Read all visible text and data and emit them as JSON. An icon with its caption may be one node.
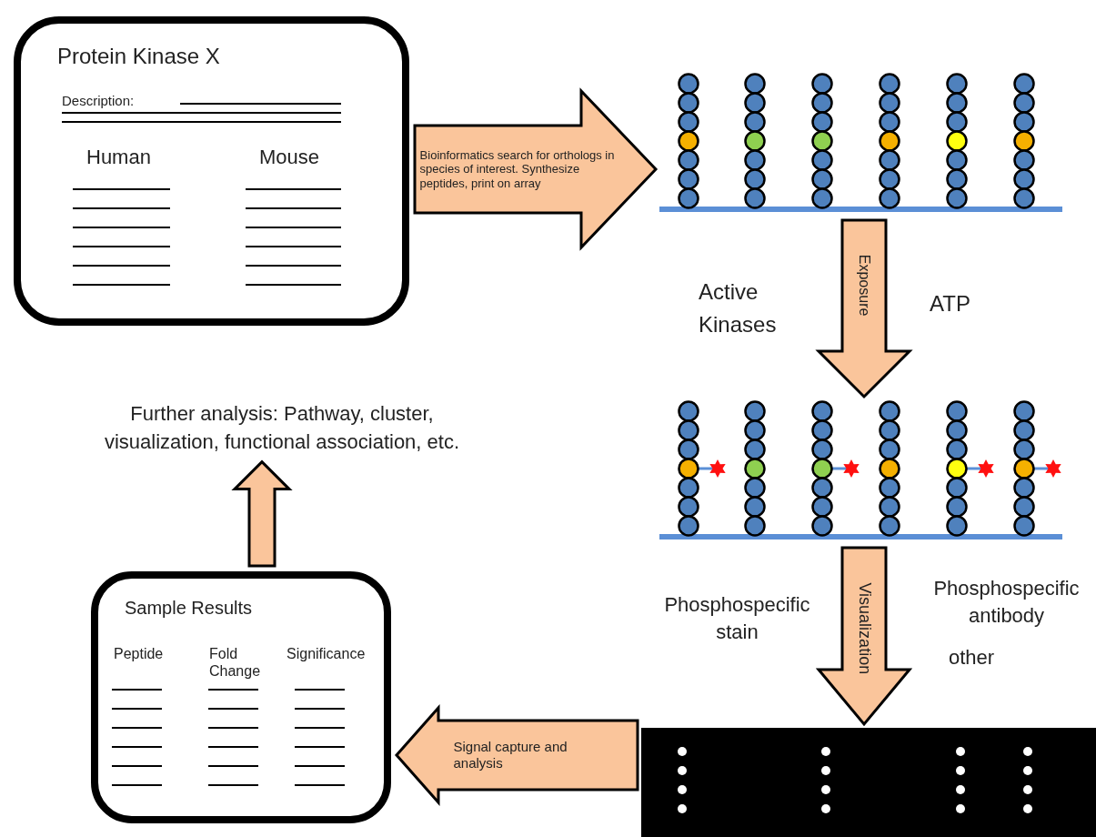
{
  "diagram": {
    "nodes": [
      {
        "text": [
          "Protein Kinase X",
          "Description:",
          "Human",
          "Mouse"
        ]
      },
      {
        "text": [],
        "shape": "picture"
      },
      {
        "text": [],
        "shape": "picture"
      },
      {
        "text": [],
        "shape": "box"
      },
      {
        "text": [
          "Sample Results",
          "Peptide",
          "Fold Change",
          "Significance"
        ]
      },
      {
        "text": [
          "Further analysis: Pathway, cluster, visualization, functional association, etc."
        ]
      }
    ],
    "edges": [
      {
        "from": 0,
        "to": 1,
        "arrow": "to",
        "label": "Bioinformatics search for orthologs in species of interest. Synthesize peptides, print on array"
      },
      {
        "from": 1,
        "to": 2,
        "arrow": "to",
        "label": "Exposure"
      },
      {
        "from": 2,
        "to": 3,
        "arrow": "to",
        "label": "Visualization"
      },
      {
        "from": 3,
        "to": 4,
        "arrow": "to",
        "label": "Signal capture and analysis"
      },
      {
        "from": 4,
        "to": 5,
        "arrow": "to"
      }
    ],
    "labels": [
      "Active Kinases",
      "ATP",
      "Phosphospecific stain",
      "Phosphospecific antibody",
      "other"
    ]
  }
}
